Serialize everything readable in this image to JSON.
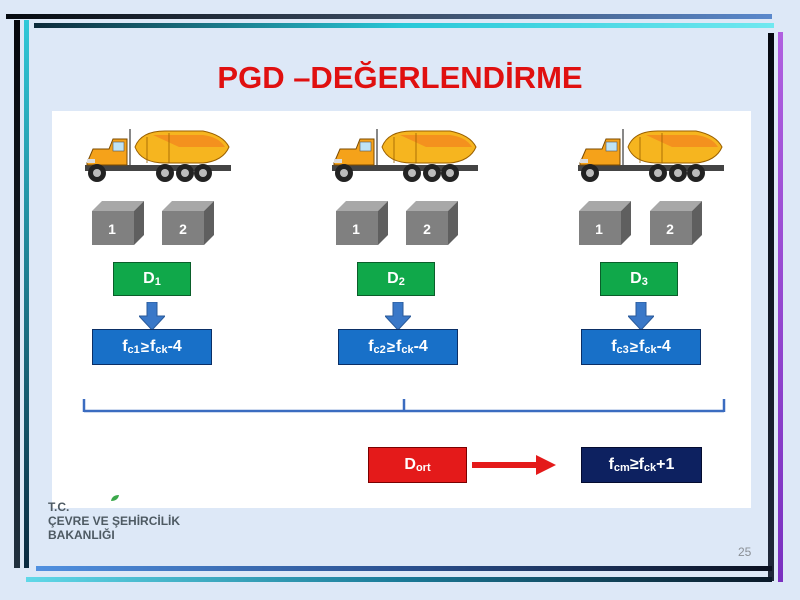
{
  "slide": {
    "title": "PGD –DEĞERLENDİRME",
    "page_number": "25"
  },
  "diagram": {
    "groups": [
      {
        "cube_labels": [
          "1",
          "2"
        ],
        "d_label": "D",
        "d_sub": "1",
        "f_main": "f",
        "f_sub1": "c1",
        "f_sym": "≥",
        "f_main2": "f",
        "f_sub2": "ck",
        "f_tail": "-4"
      },
      {
        "cube_labels": [
          "1",
          "2"
        ],
        "d_label": "D",
        "d_sub": "2",
        "f_main": "f",
        "f_sub1": "c2",
        "f_sym": "≥",
        "f_main2": "f",
        "f_sub2": "ck",
        "f_tail": "-4"
      },
      {
        "cube_labels": [
          "1",
          "2"
        ],
        "d_label": "D",
        "d_sub": "3",
        "f_main": "f",
        "f_sub1": "c3",
        "f_sym": "≥",
        "f_main2": "f",
        "f_sub2": "ck",
        "f_tail": "-4"
      }
    ],
    "average": {
      "label": "D",
      "sub": "ort"
    },
    "result": {
      "main": "f",
      "sub1": "cm",
      "sym": "≥",
      "main2": "f",
      "sub2": "ck",
      "tail": "+1"
    },
    "icons": [
      "truck-mixer-icon",
      "concrete-cube-icon",
      "down-arrow-icon",
      "right-arrow-icon"
    ],
    "colors": {
      "d_box": "#10a84a",
      "f_box": "#1870c8",
      "d_ort_box": "#e41a1a",
      "fcm_box": "#0d2160",
      "arrow_blue": "#3a78c8",
      "arrow_red": "#e41a1a",
      "title": "#e01010"
    }
  },
  "logo": {
    "line1": "T.C.",
    "line2": "ÇEVRE VE ŞEHİRCİLİK",
    "line3": "BAKANLIĞI"
  }
}
